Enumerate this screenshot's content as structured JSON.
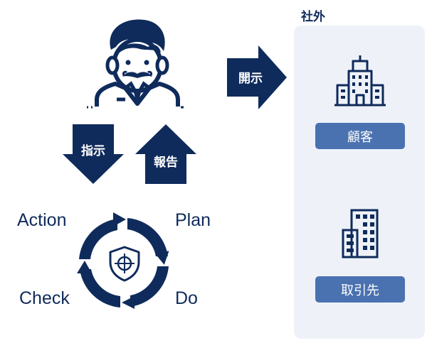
{
  "arrows": {
    "disclose": "開示",
    "instruct": "指示",
    "report": "報告"
  },
  "pdca": {
    "plan": "Plan",
    "do": "Do",
    "check": "Check",
    "action": "Action"
  },
  "external": {
    "title": "社外",
    "customer": "顧客",
    "supplier": "取引先"
  },
  "colors": {
    "navy": "#0f2b5b",
    "panel": "#eef2f8",
    "button": "#4a72b0"
  }
}
